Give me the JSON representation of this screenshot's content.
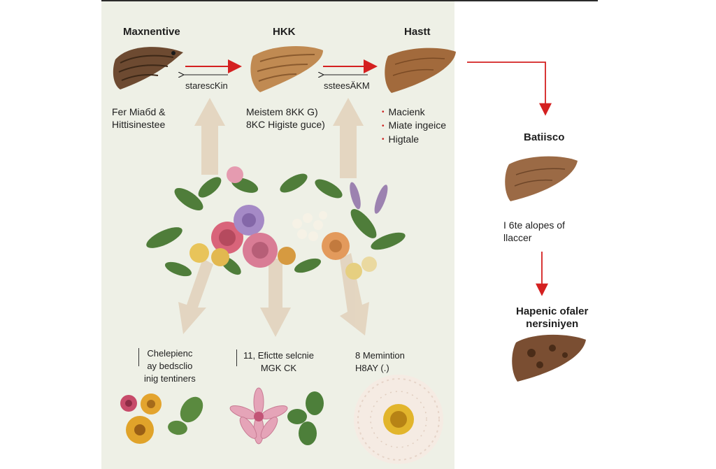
{
  "stage_titles": {
    "stage1": "Maxnentive",
    "stage2": "HKK",
    "stage3": "Hastt"
  },
  "arrow_labels": {
    "first": "starescKin",
    "second": "ssteesÄKM"
  },
  "stage_notes": {
    "stage1": "Fer Miaбd &\nHittisinestee",
    "stage2": "Meistem 8KK G)\n8KС Higiste guce)",
    "stage3_bullets": [
      "Macienk",
      "Miate ingeice",
      "Higtale"
    ]
  },
  "right_column": {
    "stage4_title": "Batiisco",
    "stage4_note": "I 6te alopes of\nllaccer",
    "stage5_title": "Hapenic ofaler\nnersiniyen"
  },
  "bottom_labels": {
    "left": "Chelepienc\nay bedsclio\ninig tentiners",
    "middle": "11, Efictte selcnie\nMGK CK",
    "right": "8 Memintion\nH8AY (.)"
  },
  "colors": {
    "arrow_red": "#d42020",
    "flow_arrow": "#e2d3bd",
    "liver_brown": "#a26a3c"
  }
}
